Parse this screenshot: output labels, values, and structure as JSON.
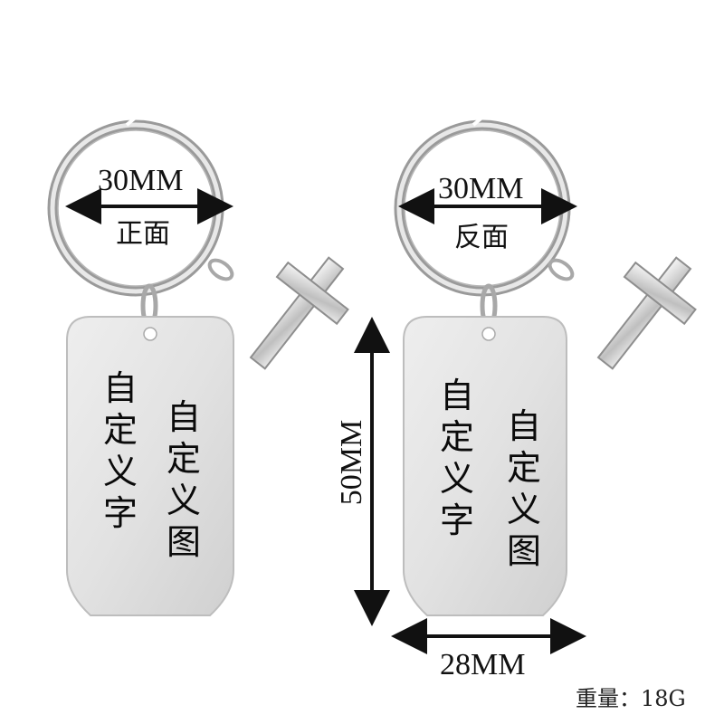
{
  "left": {
    "ring_diameter": "30MM",
    "side": "正面",
    "col1": [
      "自",
      "定",
      "义",
      "字"
    ],
    "col2": [
      "自",
      "定",
      "义",
      "图"
    ]
  },
  "right": {
    "ring_diameter": "30MM",
    "side": "反面",
    "col1": [
      "自",
      "定",
      "义",
      "字"
    ],
    "col2": [
      "自",
      "定",
      "义",
      "图"
    ]
  },
  "tag_height": "50MM",
  "tag_width": "28MM",
  "weight": "重量：18G"
}
